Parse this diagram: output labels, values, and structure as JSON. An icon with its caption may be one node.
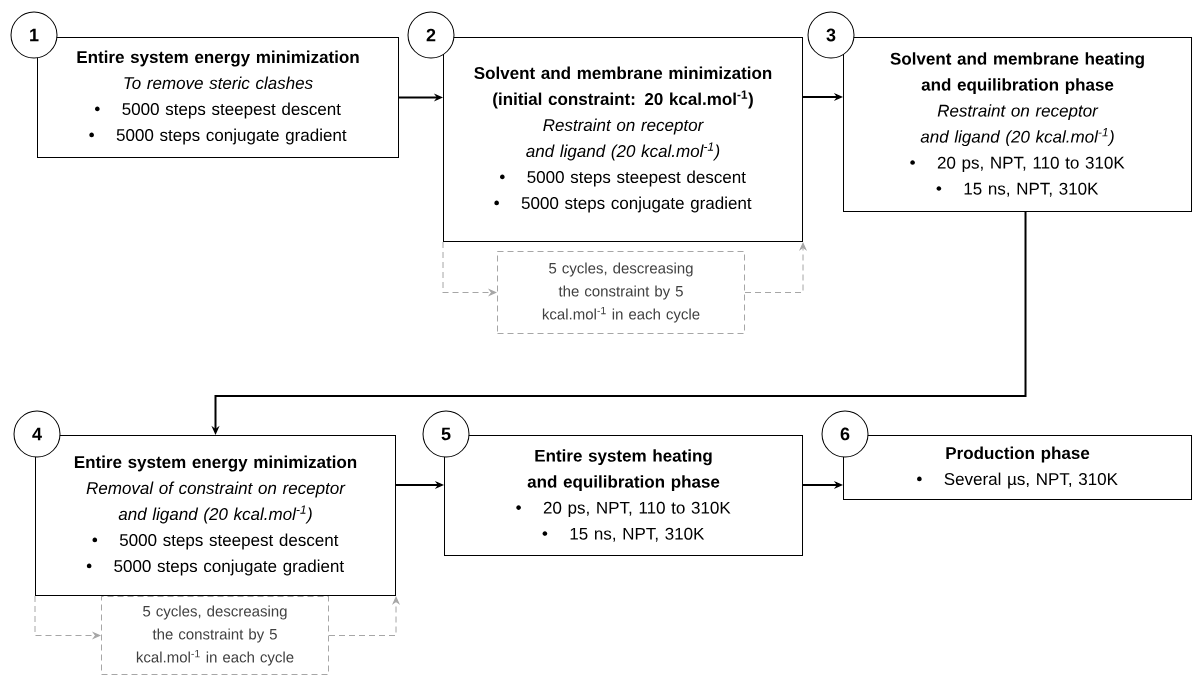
{
  "diagram": {
    "nodes": [
      {
        "text": [
          "1"
        ]
      },
      {
        "text": [
          "Entire system energy minimization",
          "To remove steric clashes",
          "5000 steps steepest descent",
          "5000 steps conjugate gradient"
        ]
      },
      {
        "text": [
          "2"
        ]
      },
      {
        "text": [
          "Solvent and membrane minimization (initial constraint: 20 kcal.mol$^{-1}$)",
          "Restraint on receptor and ligand (20 kcal.mol$^{-1}$)",
          "5000 steps steepest descent",
          "5000 steps conjugate gradient"
        ]
      },
      {
        "text": [
          "3"
        ]
      },
      {
        "text": [
          "Solvent and membrane heating and equilibration phase",
          "Restraint on receptor and ligand (20 kcal.mol$^{-1}$)",
          "20 ps, NPT, 110 to 310K",
          "15 ns, NPT, 310K"
        ]
      },
      {
        "text": [
          "5 cycles, descreasing the constraint by 5 kcal.mol$^{-1}$ in each cycle"
        ]
      },
      {
        "text": [
          "4"
        ]
      },
      {
        "text": [
          "Entire system energy minimization",
          "Removal of constraint on receptor and ligand (20 kcal.mol$^{-1}$)",
          "5000 steps steepest descent",
          "5000 steps conjugate gradient"
        ]
      },
      {
        "text": [
          "5 cycles, descreasing the constraint by 5 kcal.mol$^{-1}$ in each cycle"
        ]
      },
      {
        "text": [
          "5"
        ]
      },
      {
        "text": [
          "Entire system heating and equilibration phase",
          "20 ps, NPT, 110 to 310K",
          "15 ns, NPT, 310K"
        ]
      },
      {
        "text": [
          "6"
        ]
      },
      {
        "text": [
          "Production phase",
          "Several µs, NPT, 310K"
        ]
      }
    ],
    "edges": [
      {
        "from": 1,
        "to": 3,
        "arrow": "to"
      },
      {
        "from": 3,
        "to": 5,
        "arrow": "to"
      },
      {
        "from": 5,
        "to": 8,
        "arrow": "to"
      },
      {
        "from": 3,
        "to": 6,
        "arrow": "to",
        "style": "dashed",
        "color": "#a6a6a6"
      },
      {
        "from": 6,
        "to": 3,
        "arrow": "to",
        "style": "dashed",
        "color": "#a6a6a6"
      },
      {
        "from": 8,
        "to": 11,
        "arrow": "to"
      },
      {
        "from": 11,
        "to": 13,
        "arrow": "to"
      },
      {
        "from": 8,
        "to": 9,
        "arrow": "to",
        "style": "dashed",
        "color": "#a6a6a6"
      },
      {
        "from": 9,
        "to": 8,
        "arrow": "to",
        "style": "dashed",
        "color": "#a6a6a6"
      }
    ]
  }
}
